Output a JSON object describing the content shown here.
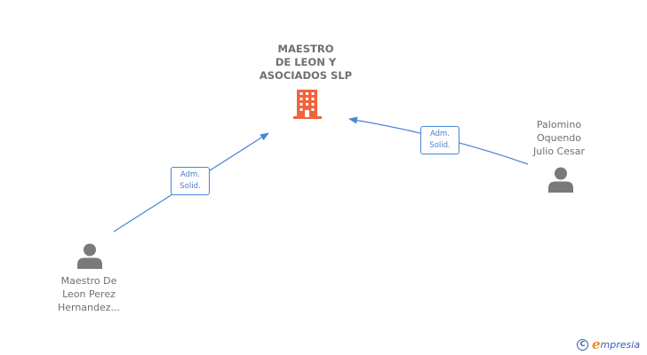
{
  "company": {
    "name": "MAESTRO\nDE LEON Y\nASOCIADOS SLP",
    "icon": "building-icon",
    "color": "#f0643c"
  },
  "people": [
    {
      "name": "Maestro De\nLeon Perez\nHernandez...",
      "icon": "person-icon"
    },
    {
      "name": "Palomino\nOquendo\nJulio Cesar",
      "icon": "person-icon"
    }
  ],
  "relations": [
    {
      "from": "people.0",
      "to": "company",
      "label": "Adm.\nSolid."
    },
    {
      "from": "people.1",
      "to": "company",
      "label": "Adm.\nSolid."
    }
  ],
  "colors": {
    "edge": "#4a86d8",
    "person": "#7a7a7a",
    "text": "#6f6f6f"
  },
  "brand": {
    "copyright_symbol": "C",
    "initial": "e",
    "name": "mpresia"
  }
}
